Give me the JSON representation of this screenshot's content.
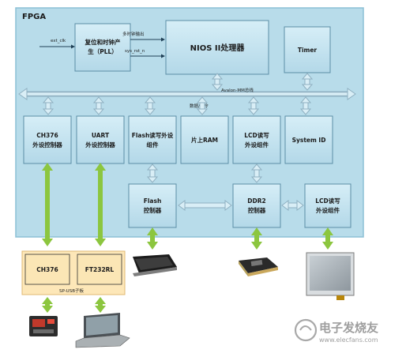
{
  "fpga": {
    "title": "FPGA"
  },
  "signals": {
    "ext_clk": "ext_clk",
    "multi_clk": "多时钟输出",
    "sys_rst": "sys_rst_n"
  },
  "blocks": {
    "pll": [
      "复位和时钟产",
      "生（PLL）"
    ],
    "nios": "NIOS II处理器",
    "timer": "Timer",
    "ch376": [
      "CH376",
      "外设控制器"
    ],
    "uart": [
      "UART",
      "外设控制器"
    ],
    "flash_if": [
      "Flash读写外设",
      "组件"
    ],
    "onchip_ram": "片上RAM",
    "lcd_if": [
      "LCD读写",
      "外设组件"
    ],
    "sysid": "System ID",
    "flash_ctrl": [
      "Flash",
      "控制器"
    ],
    "ddr2_ctrl": [
      "DDR2",
      "控制器"
    ],
    "lcd_comp": [
      "LCD读写",
      "外设组件"
    ]
  },
  "bus": {
    "name": "Avalon-MM总线",
    "data_label": "数据/指令"
  },
  "board": {
    "ch376": "CH376",
    "ft232": "FT232RL",
    "caption": "SP-USB子板"
  },
  "devices": {
    "usb_disk": "usb-disk-image",
    "laptop": "laptop-image",
    "flash_chip": "flash-chip-image",
    "ddr2_chip": "ddr2-chip-image",
    "lcd_panel": "lcd-panel-image"
  },
  "watermark": {
    "brand": "电子发烧友",
    "url": "www.elecfans.com"
  },
  "colors": {
    "fpga_fill": "#b8dcea",
    "fpga_border": "#8cc0d6",
    "block_fill": "#c5e3ef",
    "block_border": "#5b8ea6",
    "green_arrow": "#8cc63f",
    "board_fill": "#fde7b8",
    "board_border": "#e0b973"
  }
}
